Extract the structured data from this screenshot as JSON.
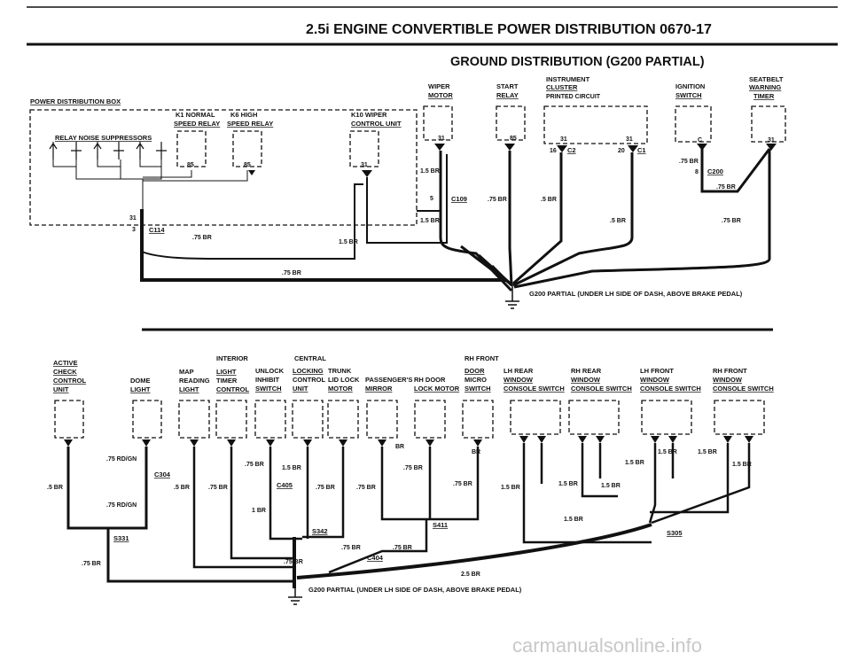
{
  "header": {
    "title": "2.5i ENGINE   CONVERTIBLE   POWER DISTRIBUTION 0670-17",
    "subtitle": "GROUND DISTRIBUTION (G200 PARTIAL)"
  },
  "top": {
    "power_box": "POWER DISTRIBUTION BOX",
    "relay_noise": "RELAY NOISE SUPPRESSORS",
    "k1": [
      "K1 NORMAL",
      "SPEED RELAY"
    ],
    "k6": [
      "K6 HIGH",
      "SPEED RELAY"
    ],
    "k10": [
      "K10 WIPER",
      "CONTROL UNIT"
    ],
    "wiper": [
      "WIPER",
      "MOTOR"
    ],
    "start": [
      "START",
      "RELAY"
    ],
    "cluster": [
      "INSTRUMENT",
      "CLUSTER",
      "PRINTED CIRCUIT"
    ],
    "ignition": [
      "IGNITION",
      "SWITCH"
    ],
    "seatbelt": [
      "SEATBELT",
      "WARNING",
      "TIMER"
    ],
    "c114": "C114",
    "c109": "C109",
    "c2": "C2",
    "c1": "C1",
    "c200": "C200",
    "g200": "G200 PARTIAL (UNDER LH SIDE OF DASH, ABOVE BRAKE PEDAL)"
  },
  "bottom": {
    "active_check": [
      "ACTIVE",
      "CHECK",
      "CONTROL",
      "UNIT"
    ],
    "dome": [
      "DOME",
      "LIGHT"
    ],
    "map": [
      "MAP",
      "READING",
      "LIGHT"
    ],
    "interior": [
      "INTERIOR",
      "LIGHT",
      "TIMER",
      "CONTROL"
    ],
    "unlock": [
      "UNLOCK",
      "INHIBIT",
      "SWITCH"
    ],
    "central": [
      "CENTRAL",
      "LOCKING",
      "CONTROL",
      "UNIT"
    ],
    "trunk": [
      "TRUNK",
      "LID LOCK",
      "MOTOR"
    ],
    "pass_mirror": [
      "PASSENGER'S",
      "MIRROR"
    ],
    "rh_door": [
      "RH DOOR",
      "LOCK MOTOR"
    ],
    "rh_front_door": [
      "RH FRONT",
      "DOOR",
      "MICRO",
      "SWITCH"
    ],
    "lh_rear": [
      "LH REAR",
      "WINDOW",
      "CONSOLE SWITCH"
    ],
    "rh_rear": [
      "RH REAR",
      "WINDOW",
      "CONSOLE SWITCH"
    ],
    "lh_front": [
      "LH FRONT",
      "WINDOW",
      "CONSOLE SWITCH"
    ],
    "rh_front_win": [
      "RH FRONT",
      "WINDOW",
      "CONSOLE SWITCH"
    ],
    "c304": "C304",
    "c405": "C405",
    "c404": "C404",
    "s331": "S331",
    "s342": "S342",
    "s411": "S411",
    "s305": "S305",
    "g200": "G200 PARTIAL (UNDER LH SIDE OF DASH, ABOVE BRAKE PEDAL)"
  },
  "watermark": "carmanualsonline.info"
}
